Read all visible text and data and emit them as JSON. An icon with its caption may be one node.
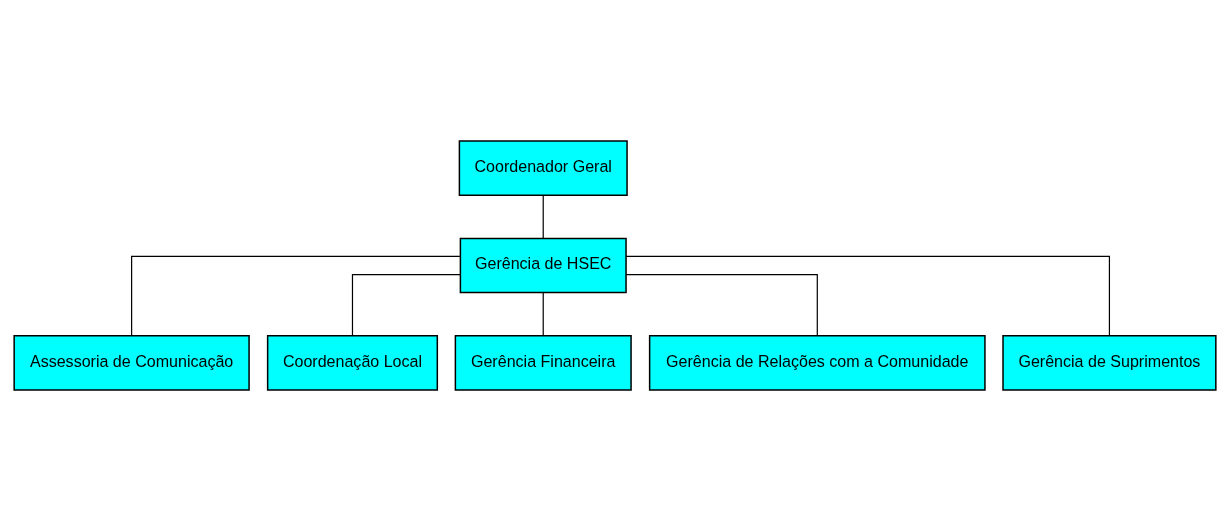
{
  "diagram": {
    "nodes": [
      {
        "text": [
          "Coordenador Geral"
        ]
      },
      {
        "text": [
          "Gerência de HSEC"
        ]
      },
      {
        "text": [
          "Assessoria de Comunicação"
        ]
      },
      {
        "text": [
          "Coordenação Local"
        ]
      },
      {
        "text": [
          "Gerência Financeira"
        ]
      },
      {
        "text": [
          "Gerência de Relações com a Comunidade"
        ]
      },
      {
        "text": [
          "Gerência de Suprimentos"
        ]
      }
    ],
    "edges": [
      {
        "from": 0,
        "to": 1,
        "arrow": "none"
      },
      {
        "from": 1,
        "to": 2,
        "arrow": "none"
      },
      {
        "from": 1,
        "to": 3,
        "arrow": "none"
      },
      {
        "from": 1,
        "to": 4,
        "arrow": "none"
      },
      {
        "from": 1,
        "to": 5,
        "arrow": "none"
      },
      {
        "from": 1,
        "to": 6,
        "arrow": "none"
      }
    ]
  }
}
